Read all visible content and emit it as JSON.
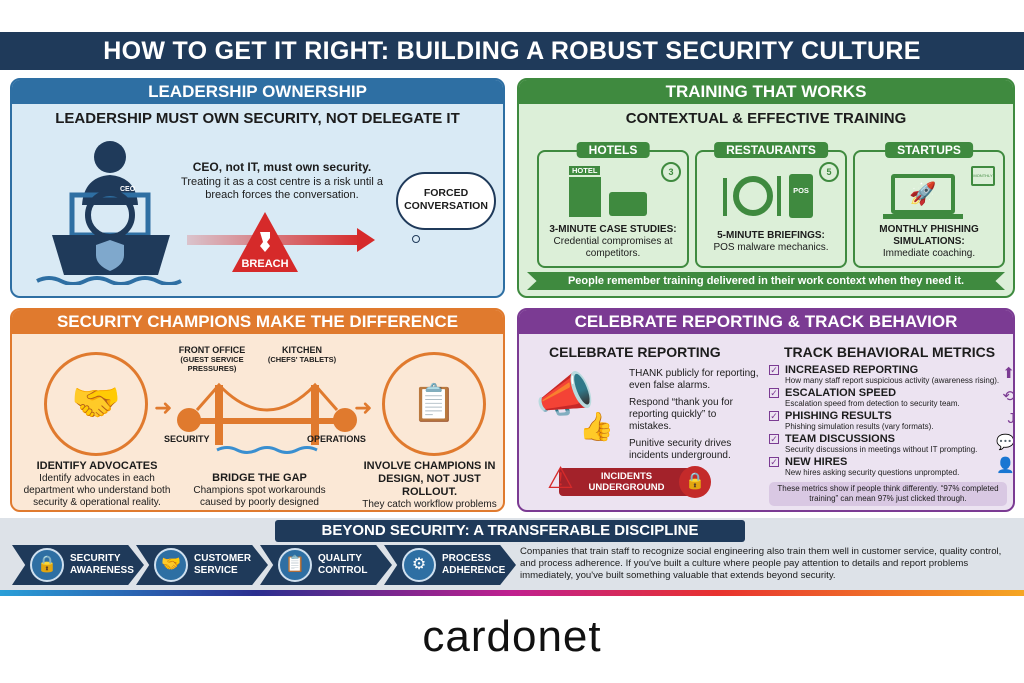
{
  "title": "HOW TO GET IT RIGHT: BUILDING A ROBUST SECURITY CULTURE",
  "leadership": {
    "header": "LEADERSHIP OWNERSHIP",
    "subtitle": "LEADERSHIP MUST OWN SECURITY, NOT DELEGATE IT",
    "ceo_badge": "CEO",
    "lead": "CEO, not IT, must own security.",
    "body": "Treating it as a cost centre is a risk until a breach forces the conversation.",
    "breach_label": "BREACH",
    "cloud_label": "FORCED CONVERSATION",
    "color": "#2e6fa3"
  },
  "training": {
    "header": "TRAINING THAT WORKS",
    "subtitle": "CONTEXTUAL & EFFECTIVE TRAINING",
    "color": "#3f8a3f",
    "cards": [
      {
        "tag": "HOTELS",
        "sign": "HOTEL",
        "timer": "3",
        "title": "3-MINUTE CASE STUDIES:",
        "text": "Credential compromises at competitors."
      },
      {
        "tag": "RESTAURANTS",
        "sign": "POS",
        "timer": "5",
        "title": "5-MINUTE BRIEFINGS:",
        "text": "POS malware mechanics."
      },
      {
        "tag": "STARTUPS",
        "sign": "MONTHLY",
        "title": "MONTHLY PHISHING SIMULATIONS:",
        "text": "Immediate coaching."
      }
    ],
    "banner": "People remember training delivered in their work context when they need it."
  },
  "champions": {
    "header": "SECURITY CHAMPIONS MAKE THE DIFFERENCE",
    "color": "#e07a2e",
    "front_office": "FRONT OFFICE",
    "front_office_note": "(GUEST SERVICE PRESSURES)",
    "kitchen": "KITCHEN",
    "kitchen_note": "(CHEFS' TABLETS)",
    "security": "SECURITY",
    "operations": "OPERATIONS",
    "steps": [
      {
        "title": "IDENTIFY ADVOCATES",
        "text": "Identify advocates in each department who understand both security & operational reality."
      },
      {
        "title": "BRIDGE THE GAP",
        "text": "Champions spot workarounds caused by poorly designed controls."
      },
      {
        "title": "INVOLVE CHAMPIONS IN DESIGN, NOT JUST ROLLOUT.",
        "text": "They catch workflow problems before deployment."
      }
    ]
  },
  "reporting": {
    "header": "CELEBRATE REPORTING & TRACK BEHAVIOR",
    "color": "#7b3b93",
    "left_title": "CELEBRATE REPORTING",
    "points": [
      "THANK publicly for reporting, even false alarms.",
      "Respond “thank you for reporting quickly” to mistakes.",
      "Punitive security drives incidents underground."
    ],
    "warning": "INCIDENTS UNDERGROUND",
    "right_title": "TRACK BEHAVIORAL METRICS",
    "metrics": [
      {
        "title": "INCREASED REPORTING",
        "text": "How many staff report suspicious activity (awareness rising).",
        "icon": "arrow-up-icon"
      },
      {
        "title": "ESCALATION SPEED",
        "text": "Escalation speed from detection to security team.",
        "icon": "clock-icon"
      },
      {
        "title": "PHISHING RESULTS",
        "text": "Phishing simulation results (vary formats).",
        "icon": "hook-icon"
      },
      {
        "title": "TEAM DISCUSSIONS",
        "text": "Security discussions in meetings without IT prompting.",
        "icon": "chat-icon"
      },
      {
        "title": "NEW HIRES",
        "text": "New hires asking security questions unprompted.",
        "icon": "user-question-icon"
      }
    ],
    "note": "These metrics show if people think differently. “97% completed training” can mean 97% just clicked through."
  },
  "beyond": {
    "header": "BEYOND SECURITY: A TRANSFERABLE DISCIPLINE",
    "chevrons": [
      {
        "label": "SECURITY AWARENESS",
        "icon": "lock-icon"
      },
      {
        "label": "CUSTOMER SERVICE",
        "icon": "handshake-icon"
      },
      {
        "label": "QUALITY CONTROL",
        "icon": "clipboard-icon"
      },
      {
        "label": "PROCESS ADHERENCE",
        "icon": "gears-icon"
      }
    ],
    "text": "Companies that train staff to recognize social engineering also train them well in customer service, quality control, and process adherence. If you've built a culture where people pay attention to details and report problems immediately, you've built something valuable that extends beyond security."
  },
  "brand": "cardonet"
}
